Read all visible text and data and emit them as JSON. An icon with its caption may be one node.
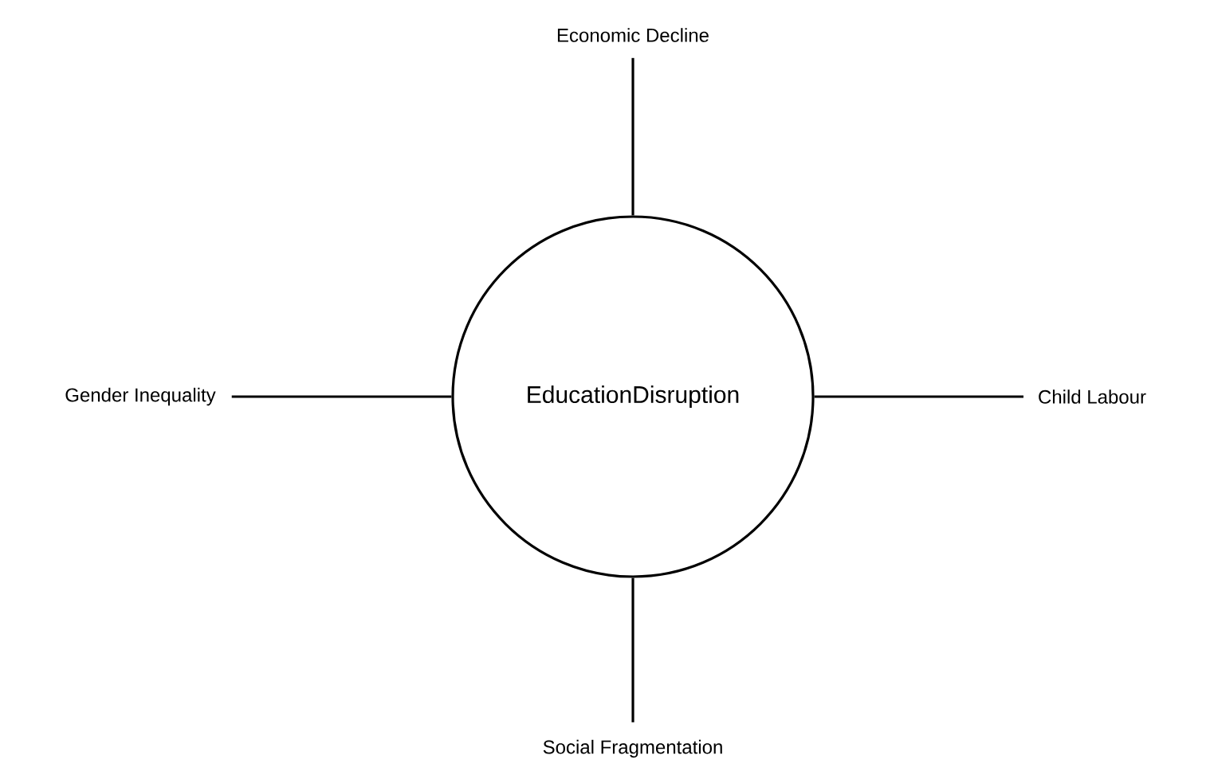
{
  "diagram": {
    "nodes": [
      {
        "text": [
          "EducationDisruption"
        ]
      },
      {
        "text": [
          "Economic Decline"
        ]
      },
      {
        "text": [
          "Gender Inequality"
        ]
      },
      {
        "text": [
          "Child Labour"
        ]
      },
      {
        "text": [
          "Social Fragmentation"
        ]
      }
    ],
    "edges": [
      {
        "from": 1,
        "to": 0,
        "arrow": "none"
      },
      {
        "from": 2,
        "to": 0,
        "arrow": "none"
      },
      {
        "from": 3,
        "to": 0,
        "arrow": "none"
      },
      {
        "from": 4,
        "to": 0,
        "arrow": "none"
      }
    ]
  }
}
